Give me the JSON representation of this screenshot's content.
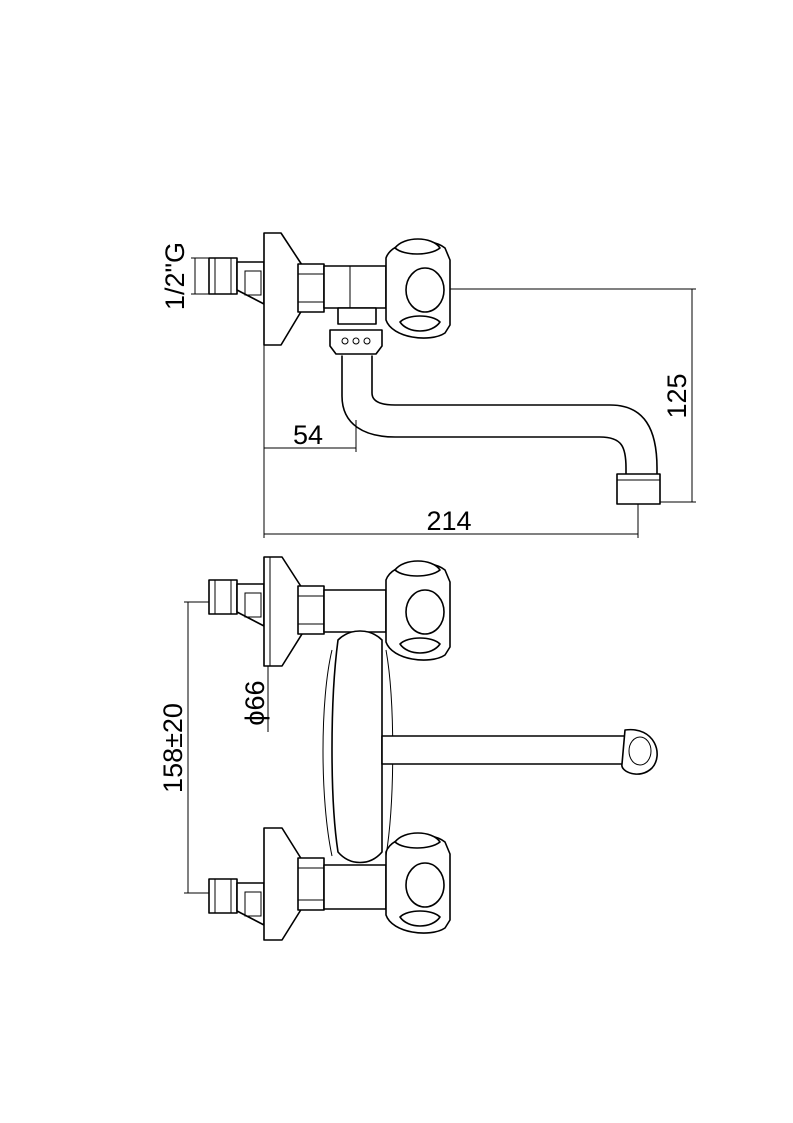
{
  "dimensions": {
    "thread": "1/2\"G",
    "offset_a": "54",
    "length": "214",
    "height": "125",
    "diameter": "ϕ66",
    "centers": "158±20"
  }
}
